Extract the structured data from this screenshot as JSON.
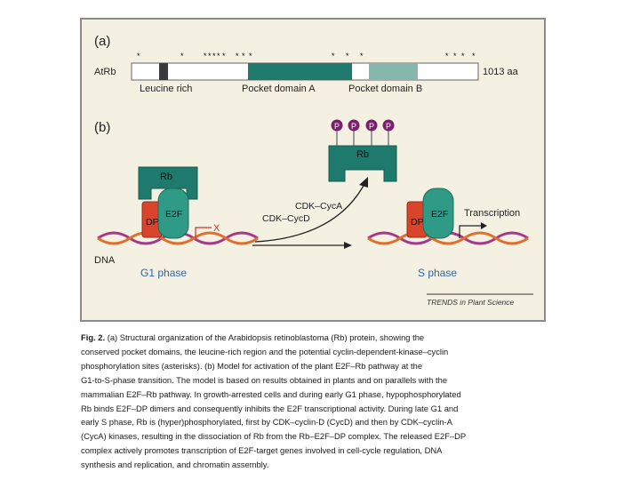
{
  "panel_a": {
    "label": "(a)",
    "protein_name": "AtRb",
    "length": "1013 aa",
    "leucine_label": "Leucine rich",
    "pocket_a_label": "Pocket domain A",
    "pocket_b_label": "Pocket domain B",
    "colors": {
      "leucine": "#3a3a3a",
      "pocket_a": "#1f7a6e",
      "pocket_b": "#86b7ad",
      "bar": "#ffffff"
    }
  },
  "panel_b": {
    "label": "(b)",
    "p_labels": [
      "P",
      "P",
      "P",
      "P"
    ],
    "rb_label": "Rb",
    "rb_free_label": "Rb",
    "dp_label": "DP",
    "e2f_label": "E2F",
    "dp_label_s": "DP",
    "e2f_label_s": "E2F",
    "block_mark": "X",
    "cdk_cyca": "CDK–CycA",
    "cdk_cycd": "CDK–CycD",
    "transcription": "Transcription",
    "dna_label": "DNA",
    "g1_label": "G1 phase",
    "s_label": "S phase",
    "source": "TRENDS in Plant Science",
    "colors": {
      "rb": "#1f7a6e",
      "dp": "#d9442a",
      "e2f": "#2f9a86",
      "phospho": "#7a1f6e",
      "phase_text": "#2a66b0"
    }
  },
  "caption": {
    "label": "Fig. 2.",
    "lines": [
      " (a) Structural organization of the Arabidopsis retinoblastoma (Rb) protein, showing the",
      "conserved pocket domains, the leucine-rich region and the potential cyclin-dependent-kinase–cyclin",
      "phosphorylation sites (asterisks). (b) Model for activation of the plant E2F–Rb pathway at the",
      "G1-to-S-phase transition. The model is based on results obtained in plants and on parallels with the",
      "mammalian E2F–Rb pathway. In growth-arrested cells and during early G1 phase, hypophosphorylated",
      "Rb binds E2F–DP dimers and consequently inhibits the E2F transcriptional activity. During late G1 and",
      "early S phase, Rb is (hyper)phosphorylated, first by CDK–cyclin-D (CycD) and then by CDK–cyclin-A",
      "(CycA) kinases, resulting in the dissociation of Rb from the Rb–E2F–DP complex. The released E2F–DP",
      "complex actively promotes transcription of E2F-target genes involved in cell-cycle regulation, DNA",
      "synthesis and replication, and chromatin assembly."
    ]
  }
}
